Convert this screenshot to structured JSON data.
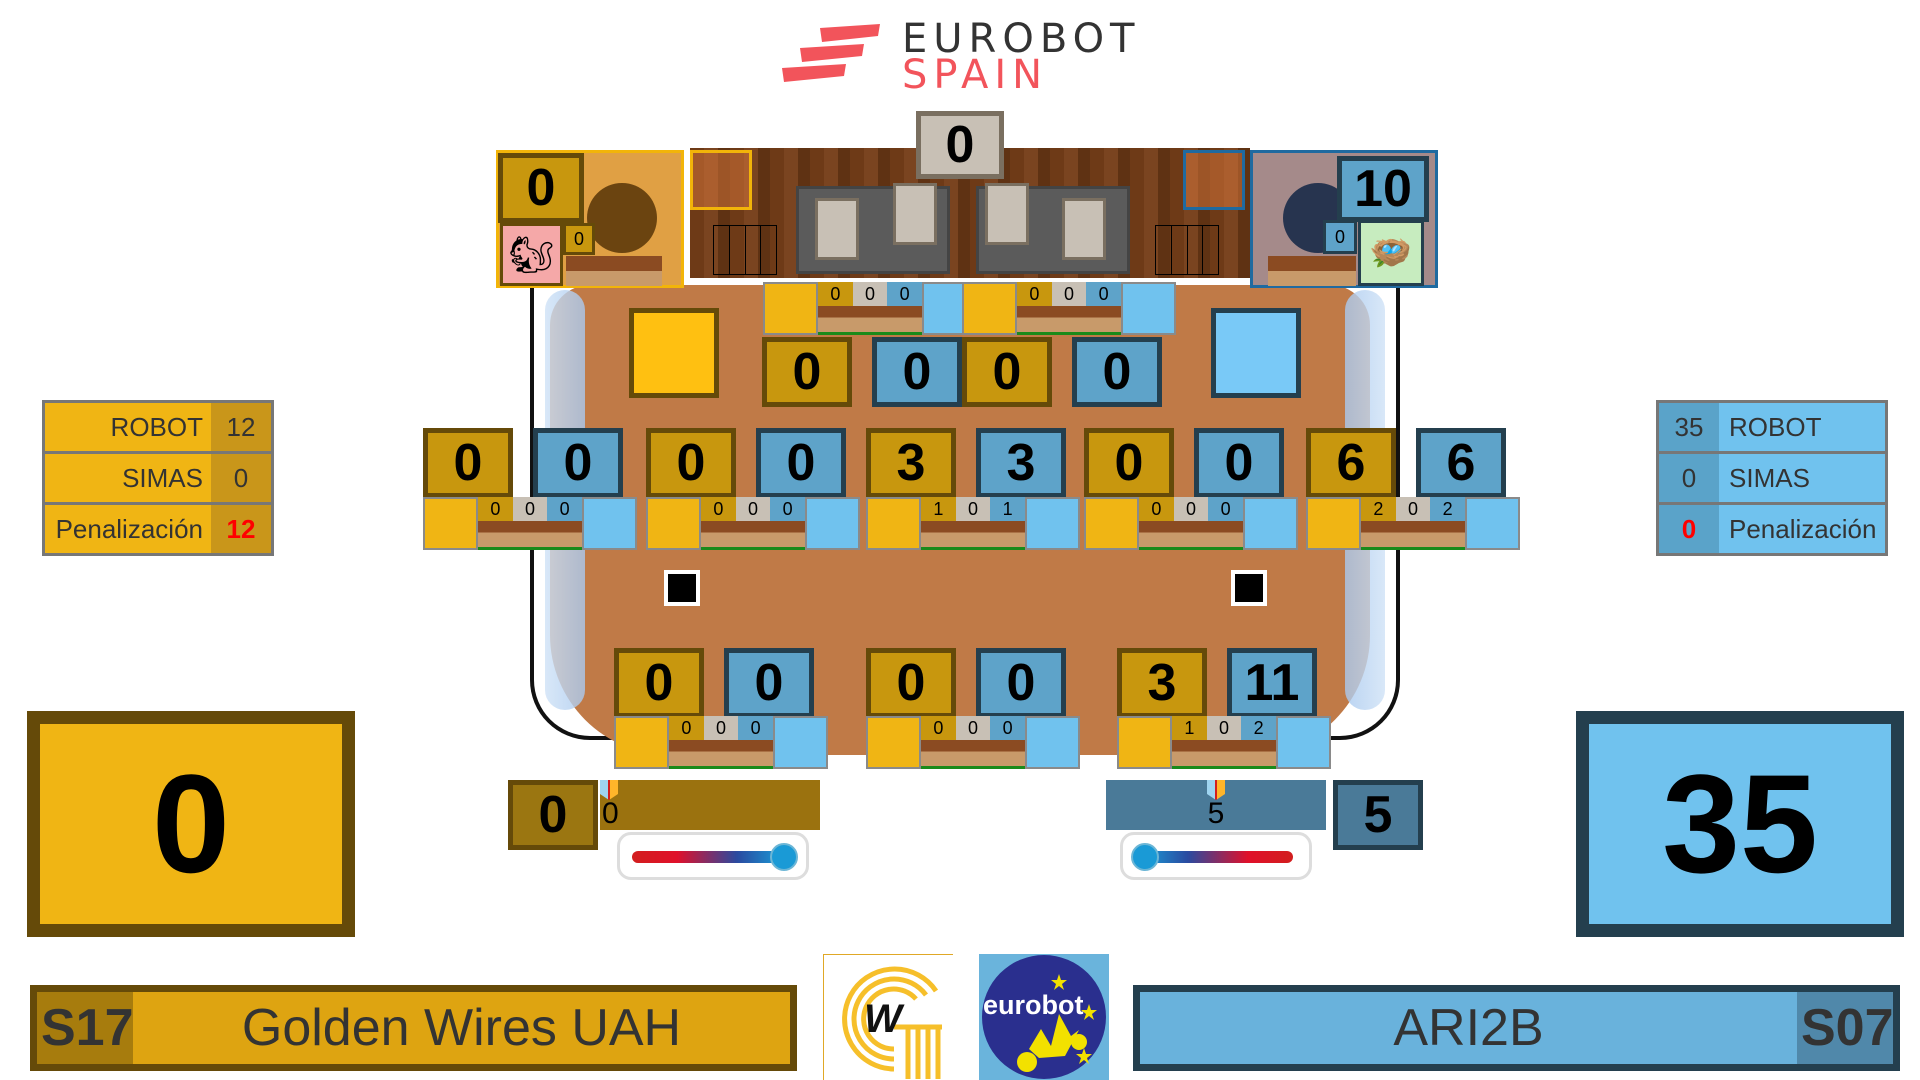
{
  "header": {
    "logo_line1": "EUROBOT",
    "logo_line2": "SPAIN"
  },
  "colors": {
    "yellow_team": "#f0b514",
    "yellow_dark": "#654a09",
    "blue_team": "#70c2ee",
    "blue_dark": "#243f4e",
    "penalty": "#ff0000"
  },
  "yellow_stats": {
    "rows": [
      {
        "label": "ROBOT",
        "value": "12"
      },
      {
        "label": "SIMAS",
        "value": "0"
      },
      {
        "label": "Penalización",
        "value": "12"
      }
    ]
  },
  "blue_stats": {
    "rows": [
      {
        "label": "ROBOT",
        "value": "35"
      },
      {
        "label": "SIMAS",
        "value": "0"
      },
      {
        "label": "Penalización",
        "value": "0"
      }
    ]
  },
  "yellow_total": "0",
  "blue_total": "35",
  "teams": {
    "yellow": {
      "code": "S17",
      "name": "Golden Wires UAH"
    },
    "blue": {
      "code": "S07",
      "name": "ARI2B"
    }
  },
  "board": {
    "center_top_score": "0",
    "yellow_nest": {
      "score": "0",
      "count": "0"
    },
    "blue_nest": {
      "score": "10",
      "count": "0"
    },
    "top_pantries": [
      {
        "yellow": "0",
        "blue": "0",
        "counts": [
          "0",
          "0",
          "0"
        ]
      },
      {
        "yellow": "0",
        "blue": "0",
        "counts": [
          "0",
          "0",
          "0"
        ]
      }
    ],
    "middle_pantries": [
      {
        "yellow": "0",
        "blue": "0",
        "counts": [
          "0",
          "0",
          "0"
        ]
      },
      {
        "yellow": "0",
        "blue": "0",
        "counts": [
          "0",
          "0",
          "0"
        ]
      },
      {
        "yellow": "3",
        "blue": "3",
        "counts": [
          "1",
          "0",
          "1"
        ]
      },
      {
        "yellow": "0",
        "blue": "0",
        "counts": [
          "0",
          "0",
          "0"
        ]
      },
      {
        "yellow": "6",
        "blue": "6",
        "counts": [
          "2",
          "0",
          "2"
        ]
      }
    ],
    "bottom_pantries": [
      {
        "yellow": "0",
        "blue": "0",
        "counts": [
          "0",
          "0",
          "0"
        ]
      },
      {
        "yellow": "0",
        "blue": "0",
        "counts": [
          "0",
          "0",
          "0"
        ]
      },
      {
        "yellow": "3",
        "blue": "11",
        "counts": [
          "1",
          "0",
          "2"
        ]
      }
    ]
  },
  "thermometers": {
    "yellow": {
      "score": "0",
      "value": "0"
    },
    "blue": {
      "score": "5",
      "value": "5"
    }
  },
  "icons": {
    "yellow_nest_image": "squirrel-robot-icon",
    "blue_nest_image": "squirrel-in-nest-icon",
    "crate": "acorn-crate-icon",
    "thermometer_badge": "snow-sun-thermometer-icon"
  },
  "logos": {
    "team_logo_text": "W",
    "eurobot_logo_text": "eurobot"
  }
}
